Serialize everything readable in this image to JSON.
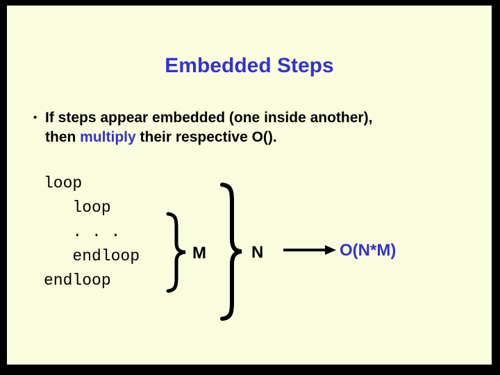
{
  "slide": {
    "title": "Embedded Steps",
    "bullet": {
      "marker": "•",
      "line1": "If steps appear embedded (one inside another),",
      "line2_pre": "then ",
      "line2_highlight": "multiply",
      "line2_post": " their respective O()."
    },
    "code": {
      "lines": [
        "loop",
        "   loop",
        "   . . .",
        "   endloop",
        "endloop"
      ]
    },
    "diagram": {
      "inner_brace_label": "M",
      "outer_brace_label": "N",
      "result": "O(N*M)"
    },
    "colors": {
      "accent_blue": "#3333cc",
      "slide_background": "#fafcde",
      "frame": "#000000",
      "text": "#000000"
    }
  }
}
